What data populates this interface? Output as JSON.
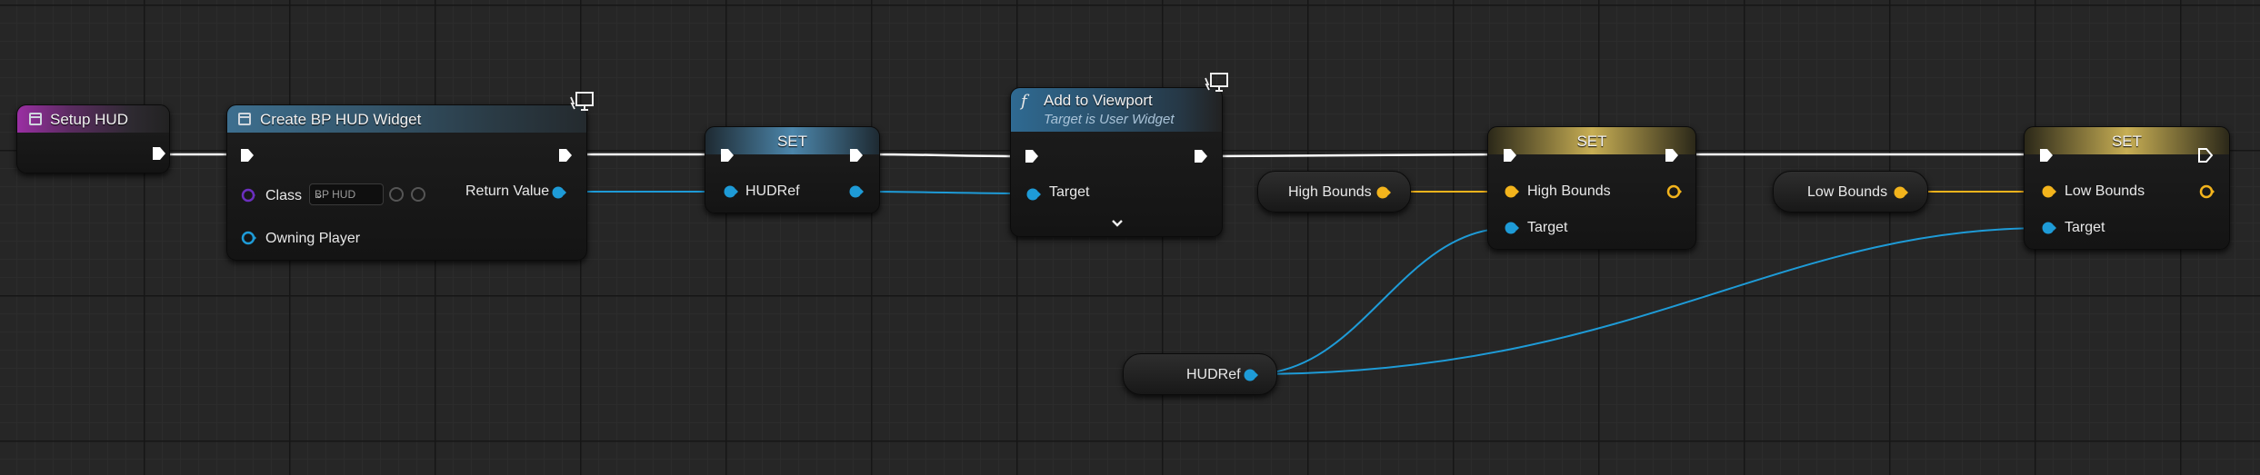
{
  "colors": {
    "canvas_bg": "#262626",
    "exec_wire": "#ffffff",
    "object_pin": "#1e9bd7",
    "float_pin": "#f3b41c",
    "class_pin": "#6b2fbf",
    "event_header": "#9a2fa3",
    "function_header": "#2f6a92"
  },
  "nodes": {
    "setup_hud": {
      "title": "Setup HUD",
      "icon": "widget-icon"
    },
    "create_widget": {
      "title": "Create BP HUD Widget",
      "icon": "widget-icon",
      "class_label": "Class",
      "class_value": "BP HUD",
      "owning_player_label": "Owning Player",
      "return_value_label": "Return Value"
    },
    "set_hudref": {
      "title": "SET",
      "pin_label": "HUDRef"
    },
    "add_to_viewport": {
      "title": "Add to Viewport",
      "subtitle": "Target is User Widget",
      "target_label": "Target"
    },
    "set_high": {
      "title": "SET",
      "value_label": "High Bounds",
      "target_label": "Target"
    },
    "set_low": {
      "title": "SET",
      "value_label": "Low Bounds",
      "target_label": "Target"
    },
    "get_high": {
      "label": "High Bounds"
    },
    "get_low": {
      "label": "Low Bounds"
    },
    "get_hudref": {
      "label": "HUDRef"
    }
  }
}
